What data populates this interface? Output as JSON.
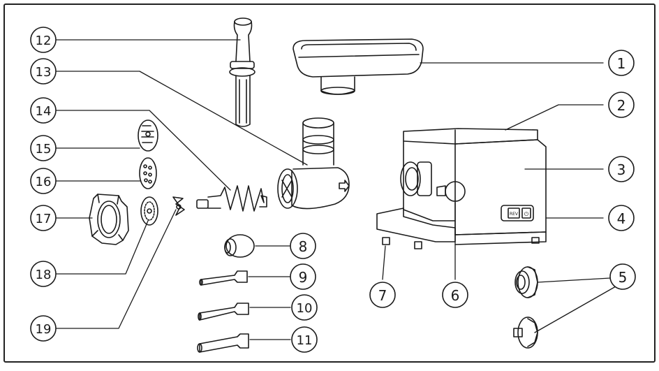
{
  "diagram": {
    "callouts": [
      {
        "id": "callout-1",
        "label": "1"
      },
      {
        "id": "callout-2",
        "label": "2"
      },
      {
        "id": "callout-3",
        "label": "3"
      },
      {
        "id": "callout-4",
        "label": "4"
      },
      {
        "id": "callout-5",
        "label": "5"
      },
      {
        "id": "callout-6",
        "label": "6"
      },
      {
        "id": "callout-7",
        "label": "7"
      },
      {
        "id": "callout-8",
        "label": "8"
      },
      {
        "id": "callout-9",
        "label": "9"
      },
      {
        "id": "callout-10",
        "label": "10"
      },
      {
        "id": "callout-11",
        "label": "11"
      },
      {
        "id": "callout-12",
        "label": "12"
      },
      {
        "id": "callout-13",
        "label": "13"
      },
      {
        "id": "callout-14",
        "label": "14"
      },
      {
        "id": "callout-15",
        "label": "15"
      },
      {
        "id": "callout-16",
        "label": "16"
      },
      {
        "id": "callout-17",
        "label": "17"
      },
      {
        "id": "callout-18",
        "label": "18"
      },
      {
        "id": "callout-19",
        "label": "19"
      }
    ],
    "switch_labels": {
      "rev": "REV",
      "power": "⏻"
    }
  }
}
